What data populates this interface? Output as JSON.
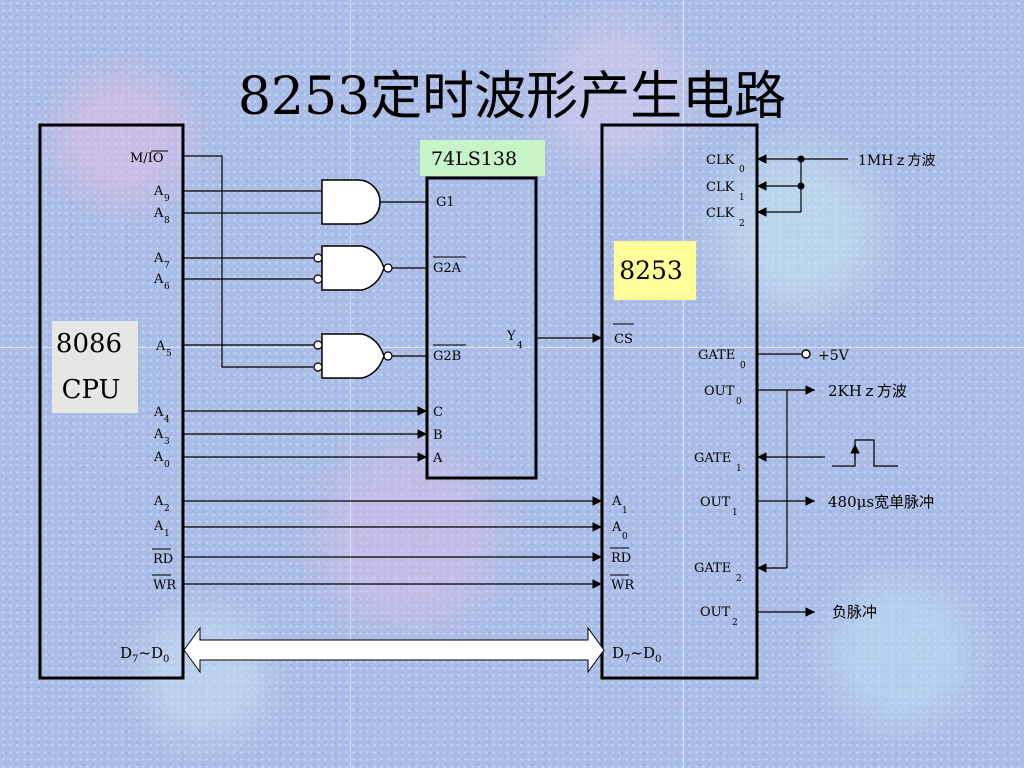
{
  "title": "8253定时波形产生电路",
  "cpu": {
    "label_line1": "8086",
    "label_line2": "CPU",
    "pins": {
      "mio": "M/IO",
      "a9": "A",
      "a9_sub": "9",
      "a8": "A",
      "a8_sub": "8",
      "a7": "A",
      "a7_sub": "7",
      "a6": "A",
      "a6_sub": "6",
      "a5": "A",
      "a5_sub": "5",
      "a4": "A",
      "a4_sub": "4",
      "a3": "A",
      "a3_sub": "3",
      "a0": "A",
      "a0_sub": "0",
      "a2": "A",
      "a2_sub": "2",
      "a1": "A",
      "a1_sub": "1",
      "rd": "RD",
      "wr": "WR",
      "data_d": "D",
      "data_sub1": "7",
      "data_sep": "~D",
      "data_sub2": "0"
    }
  },
  "decoder": {
    "label": "74LS138",
    "pins": {
      "g1": "G1",
      "g2a": "G2A",
      "g2b": "G2B",
      "y": "Y",
      "y_sub": "4",
      "c": "C",
      "b": "B",
      "a": "A"
    }
  },
  "timer": {
    "label": "8253",
    "pins": {
      "clk": "CLK",
      "clk0_sub": "0",
      "clk1_sub": "1",
      "clk2_sub": "2",
      "cs": "CS",
      "gate": "GATE",
      "gate0_sub": "0",
      "gate1_sub": "1",
      "gate2_sub": "2",
      "out": "OUT",
      "out0_sub": "0",
      "out1_sub": "1",
      "out2_sub": "2",
      "a1": "A",
      "a1_sub": "1",
      "a0": "A",
      "a0_sub": "0",
      "rd": "RD",
      "wr": "WR",
      "data_d": "D",
      "data_sub1": "7",
      "data_sep": "~D",
      "data_sub2": "0"
    }
  },
  "signals": {
    "clk_in": "1MHｚ方波",
    "vcc": "+5V",
    "out0": "2KHｚ方波",
    "out1": "480μs宽单脉冲",
    "out2": "负脉冲"
  },
  "colors": {
    "decoder_label_bg": "#c8f5c8",
    "timer_label_bg": "#ffff99",
    "cpu_label_bg": "#e6e6e6",
    "wire": "#000000"
  }
}
